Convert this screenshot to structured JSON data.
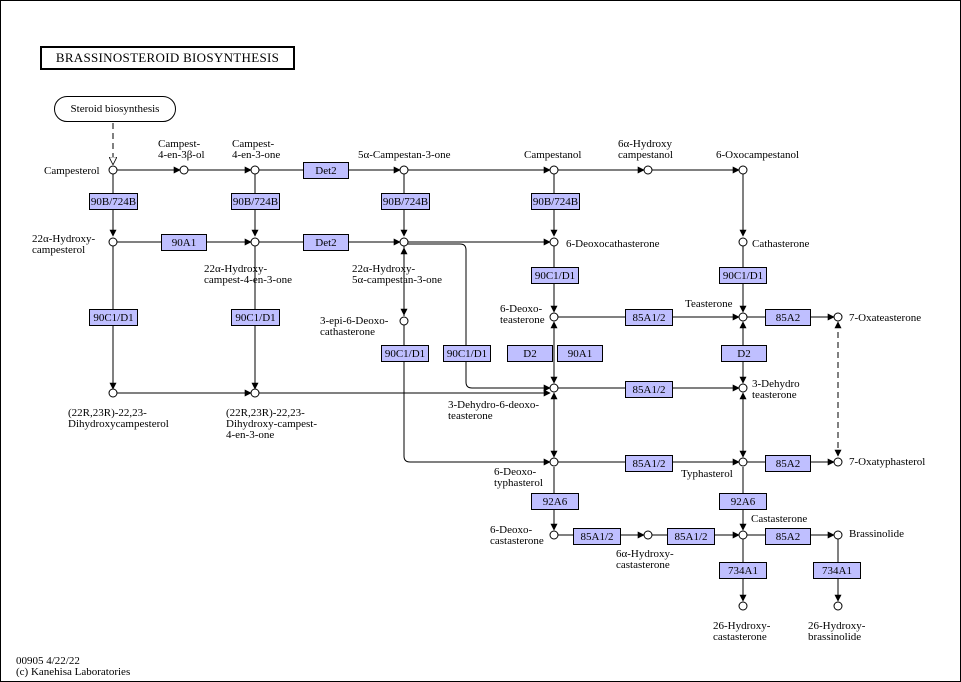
{
  "title": "BRASSINOSTEROID  BIOSYNTHESIS",
  "pathway_link": "Steroid biosynthesis",
  "footer": {
    "map_id": "00905 4/22/22",
    "copyright": "(c) Kanehisa Laboratories"
  },
  "compounds": {
    "campesterol": "Campesterol",
    "campest_4en3bol": "Campest-\n4-en-3β-ol",
    "campest_4en3one": "Campest-\n4-en-3-one",
    "campestan3one": "5α-Campestan-3-one",
    "campestanol": "Campestanol",
    "hydroxycampestanol": "6α-Hydroxy\ncampestanol",
    "oxocampestanol": "6-Oxocampestanol",
    "hydroxycampesterol22": "22α-Hydroxy-\ncampesterol",
    "hydroxycampest4en3one22": "22α-Hydroxy-\ncampest-4-en-3-one",
    "hydroxycampestan3one22": "22α-Hydroxy-\n5α-campestan-3-one",
    "deoxocathasterone": "6-Deoxocathasterone",
    "cathasterone": "Cathasterone",
    "epi_deoxocathasterone": "3-epi-6-Deoxo-\ncathasterone",
    "deoxoteasterone": "6-Deoxo-\nteasterone",
    "teasterone": "Teasterone",
    "oxateasterone": "7-Oxateasterone",
    "dihydroxycampesterol": "(22R,23R)-22,23-\nDihydroxycampesterol",
    "dihydroxycampest4en3one": "(22R,23R)-22,23-\nDihydroxy-campest-\n4-en-3-one",
    "dehydro_deoxoteasterone": "3-Dehydro-6-deoxo-\nteasterone",
    "dehydroteasterone": "3-Dehydro\nteasterone",
    "deoxotyphasterol": "6-Deoxo-\ntyphasterol",
    "typhasterol": "Typhasterol",
    "oxatyphasterol": "7-Oxatyphasterol",
    "deoxocastasterone": "6-Deoxo-\ncastasterone",
    "hydroxycastasterone6a": "6α-Hydroxy-\ncastasterone",
    "castasterone": "Castasterone",
    "brassinolide": "Brassinolide",
    "hydroxycastasterone26": "26-Hydroxy-\ncastasterone",
    "hydroxybrassinolide26": "26-Hydroxy-\nbrassinolide"
  },
  "genes": [
    {
      "id": "g1",
      "label": "90B/724B"
    },
    {
      "id": "g2",
      "label": "90B/724B"
    },
    {
      "id": "g3",
      "label": "Det2"
    },
    {
      "id": "g4",
      "label": "90B/724B"
    },
    {
      "id": "g5",
      "label": "90B/724B"
    },
    {
      "id": "g6",
      "label": "90A1"
    },
    {
      "id": "g7",
      "label": "Det2"
    },
    {
      "id": "g8",
      "label": "90C1/D1"
    },
    {
      "id": "g9",
      "label": "90C1/D1"
    },
    {
      "id": "g10",
      "label": "90C1/D1"
    },
    {
      "id": "g11",
      "label": "90C1/D1"
    },
    {
      "id": "g12",
      "label": "90C1/D1"
    },
    {
      "id": "g13",
      "label": "90C1/D1"
    },
    {
      "id": "g14",
      "label": "85A1/2"
    },
    {
      "id": "g15",
      "label": "85A2"
    },
    {
      "id": "g16",
      "label": "D2"
    },
    {
      "id": "g17",
      "label": "90A1"
    },
    {
      "id": "g18",
      "label": "D2"
    },
    {
      "id": "g19",
      "label": "85A1/2"
    },
    {
      "id": "g20",
      "label": "85A1/2"
    },
    {
      "id": "g21",
      "label": "85A2"
    },
    {
      "id": "g22",
      "label": "92A6"
    },
    {
      "id": "g23",
      "label": "92A6"
    },
    {
      "id": "g24",
      "label": "85A1/2"
    },
    {
      "id": "g25",
      "label": "85A1/2"
    },
    {
      "id": "g26",
      "label": "85A2"
    },
    {
      "id": "g27",
      "label": "734A1"
    },
    {
      "id": "g28",
      "label": "734A1"
    }
  ],
  "colors": {
    "gene_fill": "#bfbfff",
    "stroke": "#000000",
    "background": "#ffffff"
  }
}
